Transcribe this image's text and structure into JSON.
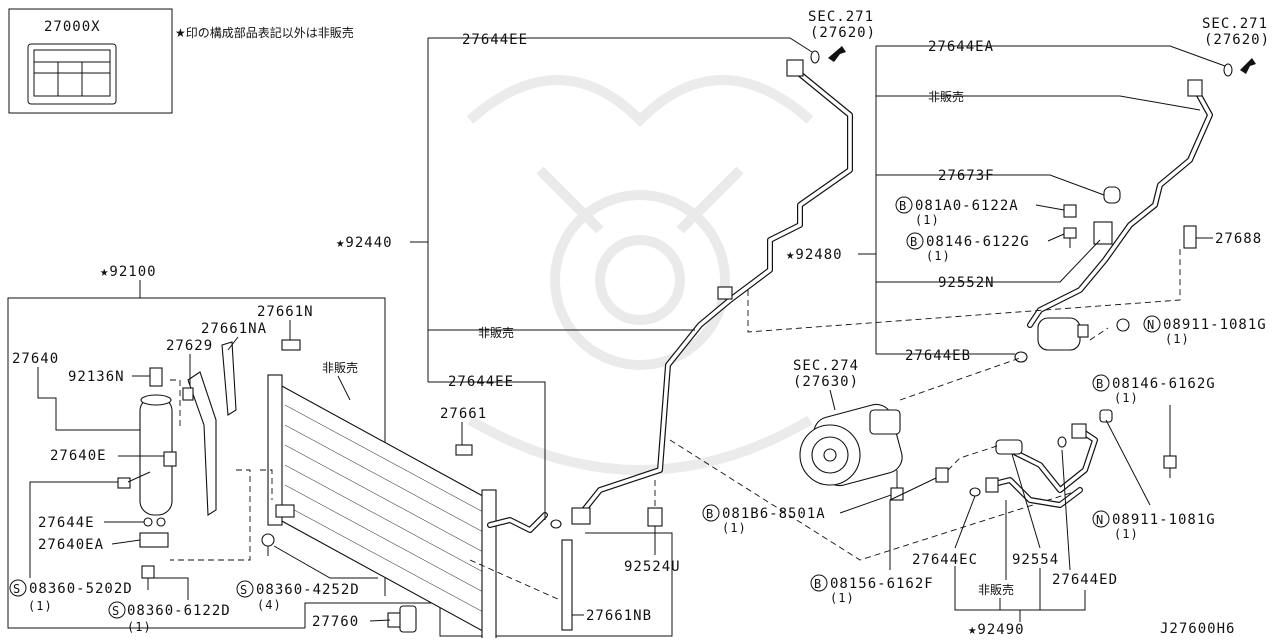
{
  "note": "★印の構成部品表記以外は非販売",
  "diagram_code": "J27600H6",
  "legend_box": {
    "part_no": "27000X"
  },
  "sec_refs": {
    "sec271_a": {
      "sec": "SEC.271",
      "ref": "(27620)"
    },
    "sec271_b": {
      "sec": "SEC.271",
      "ref": "(27620)"
    },
    "sec274": {
      "sec": "SEC.274",
      "ref": "(27630)"
    }
  },
  "circle_marks": {
    "B": "B",
    "S": "S",
    "N": "N"
  },
  "labels": {
    "p92100": "★92100",
    "p27661N": "27661N",
    "p27661NA": "27661NA",
    "p27629": "27629",
    "p27640": "27640",
    "p92136N": "92136N",
    "not_sold_condenser": "非販売",
    "p27640E": "27640E",
    "p27644E": "27644E",
    "p27640EA": "27640EA",
    "p08360_5202D": "08360-5202D",
    "q08360_5202D": "(1)",
    "p08360_6122D": "08360-6122D",
    "q08360_6122D": "(1)",
    "p08360_4252D": "08360-4252D",
    "q08360_4252D": "(4)",
    "p27661": "27661",
    "p27760": "27760",
    "p27661NB": "27661NB",
    "p27644EE_top": "27644EE",
    "p92440": "★92440",
    "not_sold_92440": "非販売",
    "p27644EE_mid": "27644EE",
    "p92524U": "92524U",
    "p27644EA": "27644EA",
    "not_sold_92480": "非販売",
    "p27673F": "27673F",
    "p081A0_6122A": "081A0-6122A",
    "q081A0_6122A": "(1)",
    "p08146_6122G": "08146-6122G",
    "q08146_6122G": "(1)",
    "p92480": "★92480",
    "p92552N": "92552N",
    "p27688": "27688",
    "p08911_1081G_a": "08911-1081G",
    "q08911_1081G_a": "(1)",
    "p27644EB": "27644EB",
    "p08146_6162G": "08146-6162G",
    "q08146_6162G": "(1)",
    "p081B6_8501A": "081B6-8501A",
    "q081B6_8501A": "(1)",
    "p08911_1081G_b": "08911-1081G",
    "q08911_1081G_b": "(1)",
    "p27644EC": "27644EC",
    "p92554": "92554",
    "p08156_6162F": "08156-6162F",
    "q08156_6162F": "(1)",
    "not_sold_92490": "非販売",
    "p27644ED": "27644ED",
    "p92490": "★92490"
  }
}
